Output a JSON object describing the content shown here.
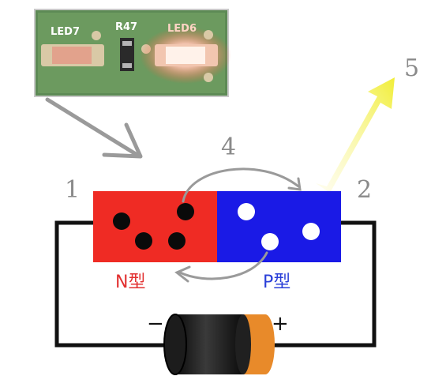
{
  "pcb_photo": {
    "labels": {
      "led7": "LED7",
      "r47": "R47",
      "led6": "LED6"
    },
    "colors": {
      "board": "#5d8a55",
      "pad": "#d9c9a6",
      "led_glow": "#ff7a5c"
    }
  },
  "callouts": {
    "one": "1",
    "two": "2",
    "four": "4",
    "five": "5"
  },
  "semiconductor": {
    "n_label": "N型",
    "p_label": "P型",
    "n_color": "#ef2b24",
    "p_color": "#1a1ae6",
    "n_label_color": "#e23030",
    "p_label_color": "#2a3fd8"
  },
  "battery": {
    "minus": "−",
    "plus": "+",
    "body_color": "#161616",
    "cap_color": "#e88a2a"
  },
  "light_arrow_color": "#f3f04a"
}
